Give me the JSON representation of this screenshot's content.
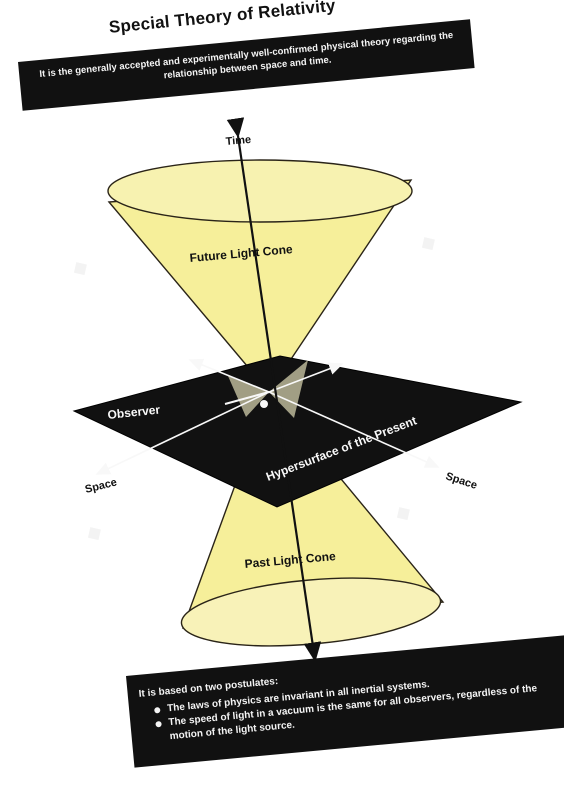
{
  "title": "Special Theory of Relativity",
  "top_banner": {
    "text": "It is the generally accepted and experimentally well-confirmed physical theory regarding the relationship between space and time."
  },
  "diagram": {
    "labels": {
      "time": "Time",
      "future_light_cone": "Future Light Cone",
      "observer": "Observer",
      "hypersurface": "Hypersurface of the Present",
      "space_left": "Space",
      "space_right": "Space",
      "past_light_cone": "Past Light Cone"
    },
    "colors": {
      "cone_fill": "#f6ef9a",
      "cone_edge": "#2a2418",
      "plane_fill": "#111111",
      "plane_edge": "#000000",
      "axis_dark": "#111111",
      "axis_light": "#f8f8f8",
      "intersection_fill": "#d9d6b2"
    }
  },
  "bottom_banner": {
    "intro": "It is based on two postulates:",
    "postulates": [
      "The laws of physics are invariant in all inertial systems.",
      "The speed of light in a vacuum is the same for all observers, regardless of the motion of the light source."
    ]
  }
}
